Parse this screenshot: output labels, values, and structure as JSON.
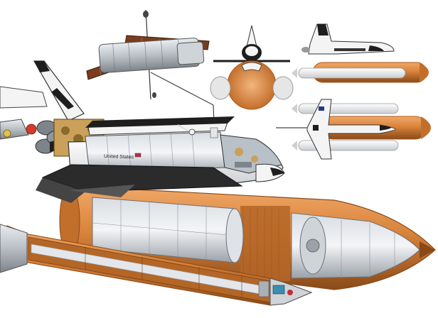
{
  "illustration": {
    "orbiter_lettering": "United States",
    "colors": {
      "background": "#ffffff",
      "external_tank": "#d9833b",
      "external_tank_dark": "#a85a1f",
      "orbiter_white": "#f4f4f4",
      "orbiter_black": "#1e1e1e",
      "metal_grey": "#b9bec4",
      "solar_panel": "#7a3d1d",
      "booster_flame": "#e8e8e8"
    },
    "icons": [
      "space-shuttle-cutaway",
      "hubble-telescope",
      "shuttle-front-view",
      "shuttle-side-view",
      "shuttle-top-view",
      "external-tank-cutaway",
      "solid-rocket-booster-cutaway"
    ]
  }
}
